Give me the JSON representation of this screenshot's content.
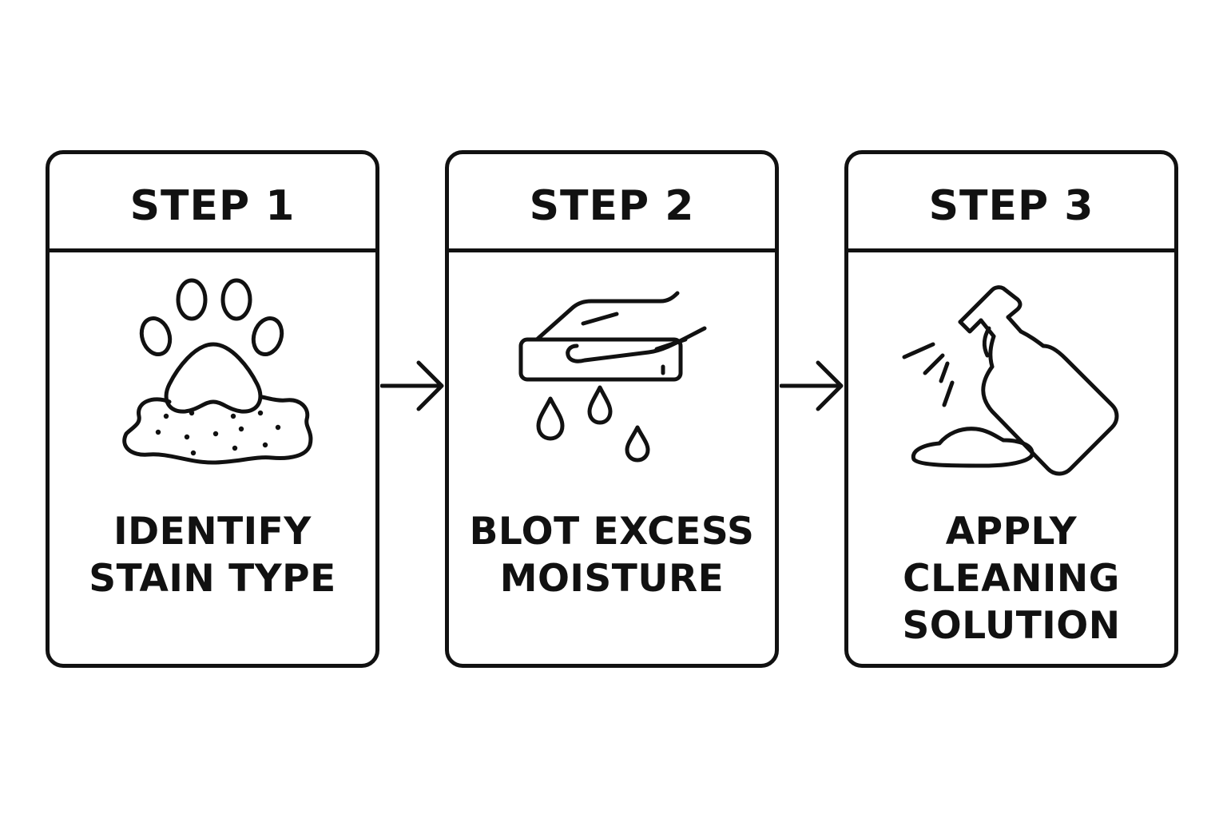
{
  "steps": [
    {
      "title": "STEP 1",
      "label_lines": [
        "IDENTIFY",
        "STAIN TYPE"
      ],
      "icon": "paw-print-on-stain-icon"
    },
    {
      "title": "STEP 2",
      "label_lines": [
        "BLOT EXCESS",
        "MOISTURE"
      ],
      "icon": "hand-blotting-sponge-icon"
    },
    {
      "title": "STEP 3",
      "label_lines": [
        "APPLY",
        "CLEANING",
        "SOLUTION"
      ],
      "icon": "spray-bottle-icon"
    }
  ],
  "connectors": [
    "right-arrow-icon",
    "right-arrow-icon"
  ],
  "colors": {
    "stroke": "#111111",
    "background": "#ffffff"
  }
}
